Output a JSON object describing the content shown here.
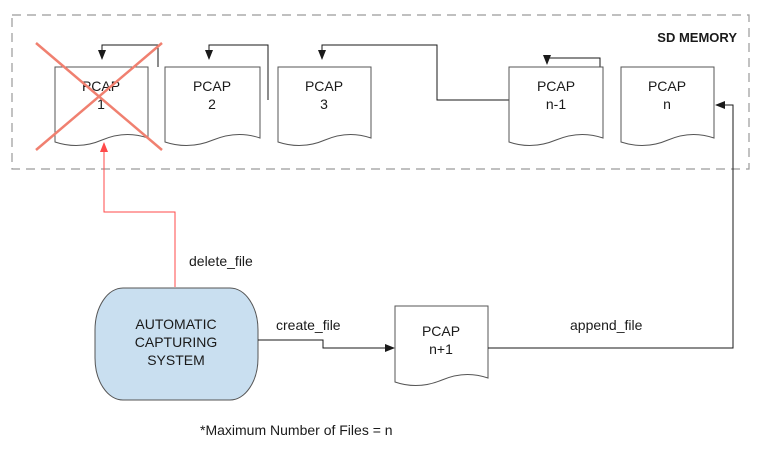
{
  "region_label": "SD MEMORY",
  "files": [
    {
      "line1": "PCAP",
      "line2": "1",
      "deleted": true
    },
    {
      "line1": "PCAP",
      "line2": "2"
    },
    {
      "line1": "PCAP",
      "line2": "3"
    },
    {
      "line1": "PCAP",
      "line2": "n-1"
    },
    {
      "line1": "PCAP",
      "line2": "n"
    }
  ],
  "new_file": {
    "line1": "PCAP",
    "line2": "n+1"
  },
  "system": {
    "line1": "AUTOMATIC",
    "line2": "CAPTURING",
    "line3": "SYSTEM"
  },
  "edges": {
    "delete": "delete_file",
    "create": "create_file",
    "append": "append_file"
  },
  "note": "*Maximum Number of Files = n",
  "colors": {
    "system_fill": "#c9dff0",
    "delete_path": "#ff4a4a",
    "delete_mark": "#f08070"
  }
}
